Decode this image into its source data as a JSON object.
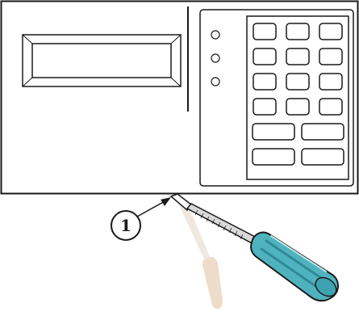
{
  "diagram": {
    "callouts": [
      {
        "label": "1"
      }
    ],
    "keypad": {
      "rows_small": 4,
      "cols_small": 3,
      "rows_wide": 2,
      "cols_wide": 2
    },
    "indicator_leds": 3,
    "colors": {
      "line": "#1a1a1a",
      "panel_fill": "#ffffff",
      "screwdriver_handle": "#4fb3bf",
      "screwdriver_handle_dark": "#2f8a96",
      "screwdriver_shaft": "#d9d9d9",
      "shadow_handle": "#ecd9c4",
      "shadow_shaft": "#efe6dc"
    }
  }
}
